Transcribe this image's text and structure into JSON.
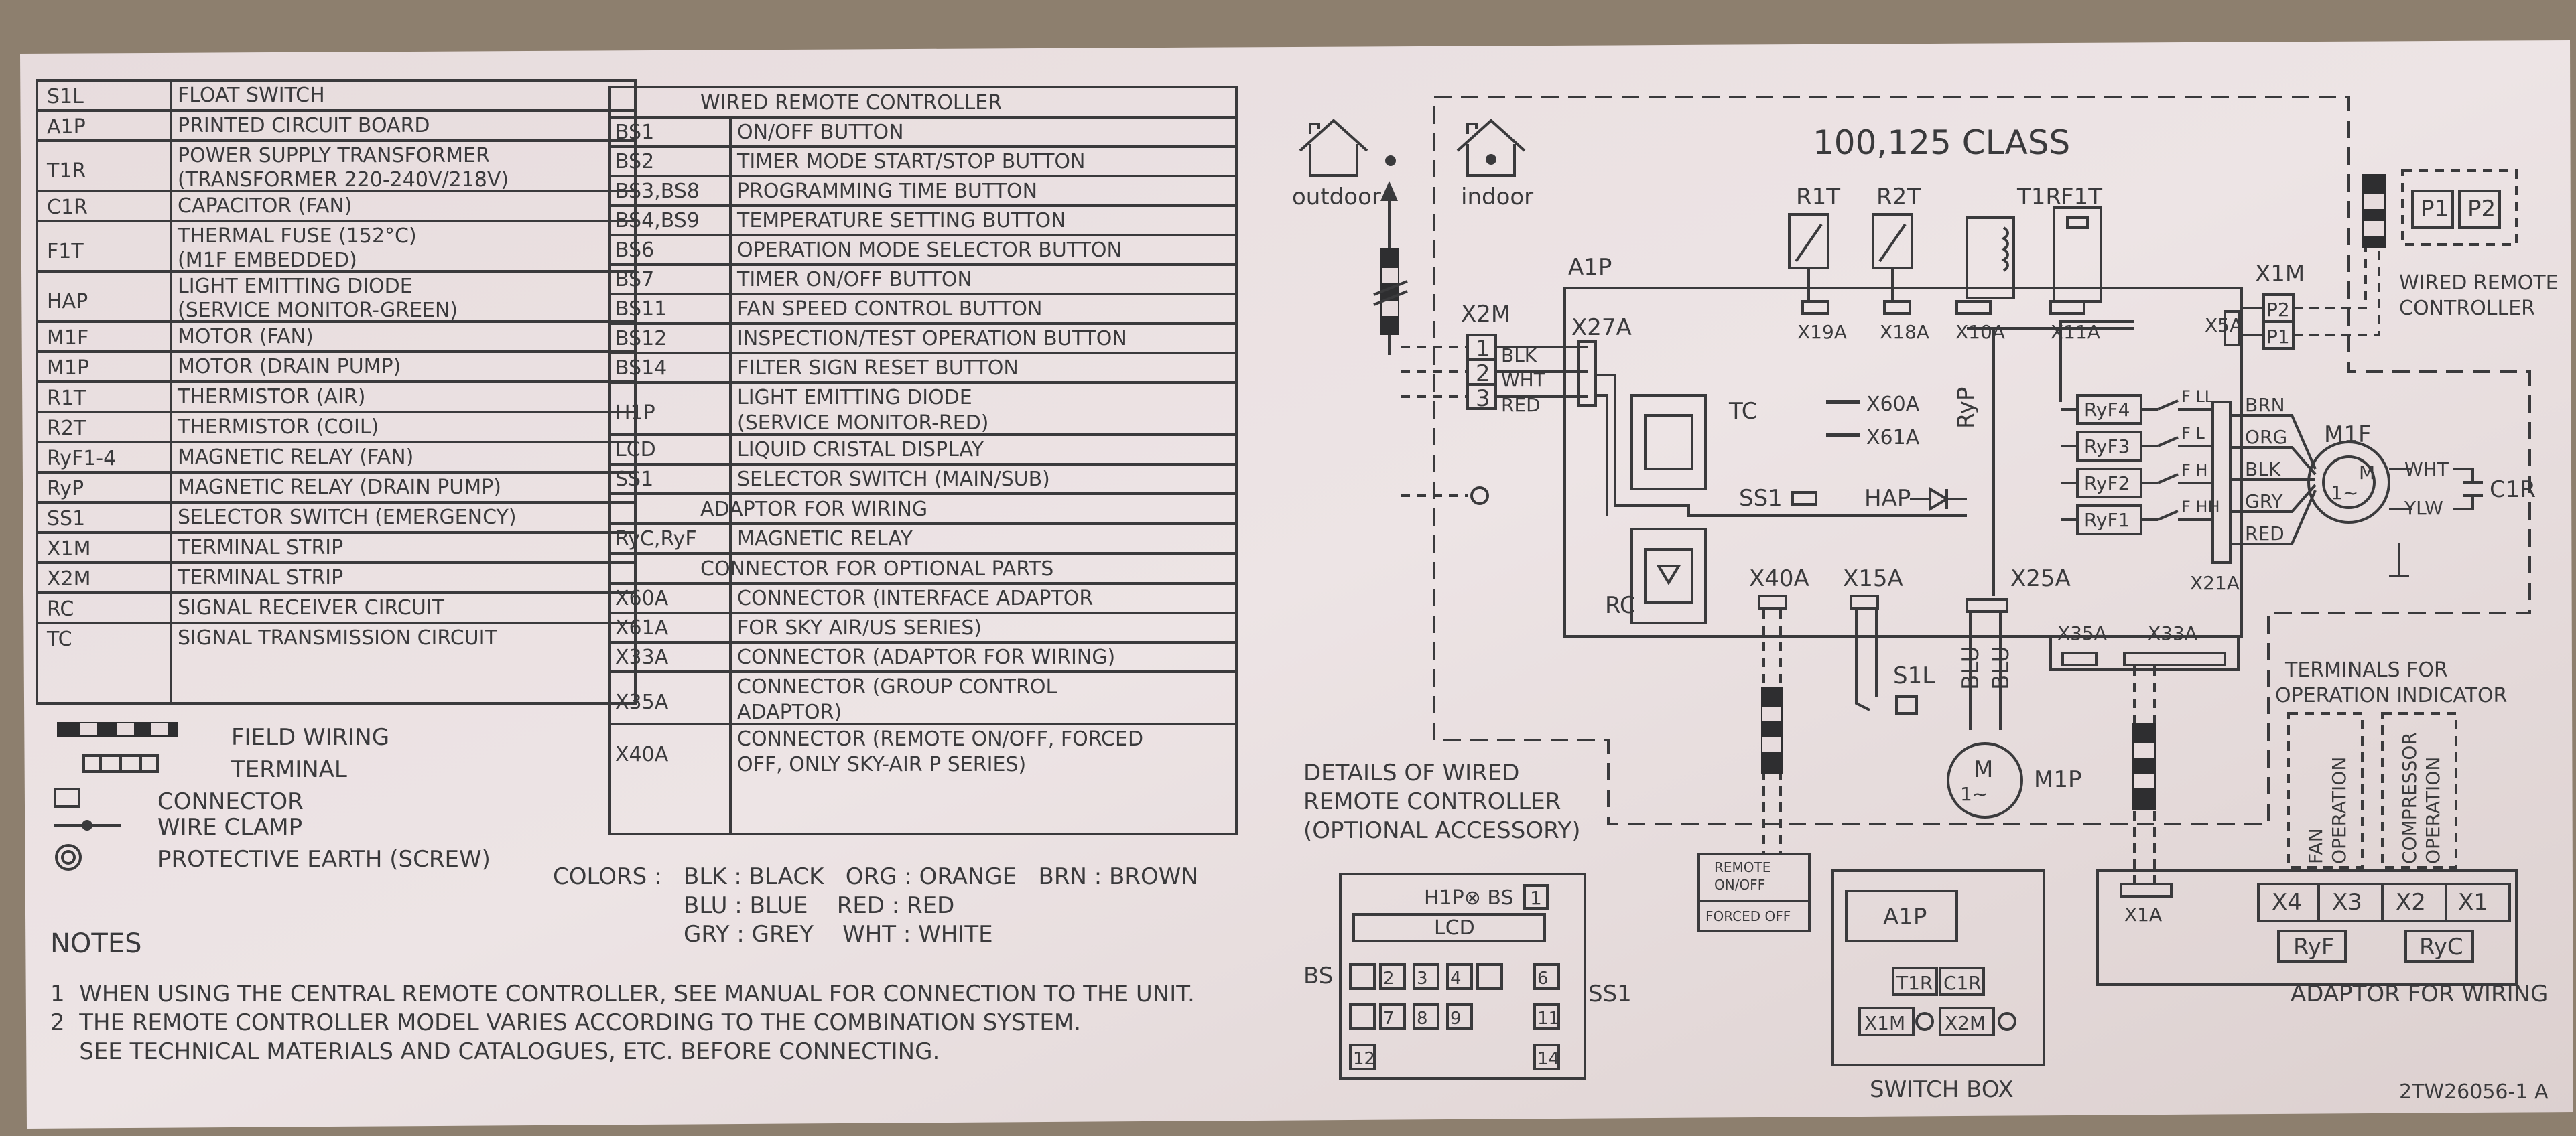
{
  "legend_table_left": [
    {
      "code": "S1L",
      "desc": [
        "FLOAT SWITCH"
      ]
    },
    {
      "code": "A1P",
      "desc": [
        "PRINTED CIRCUIT BOARD"
      ]
    },
    {
      "code": "T1R",
      "desc": [
        "POWER SUPPLY TRANSFORMER",
        "(TRANSFORMER 220-240V/218V)"
      ]
    },
    {
      "code": "C1R",
      "desc": [
        "CAPACITOR (FAN)"
      ]
    },
    {
      "code": "F1T",
      "desc": [
        "THERMAL FUSE (152°C)",
        "(M1F EMBEDDED)"
      ]
    },
    {
      "code": "HAP",
      "desc": [
        "LIGHT EMITTING DIODE",
        "(SERVICE MONITOR-GREEN)"
      ]
    },
    {
      "code": "M1F",
      "desc": [
        "MOTOR (FAN)"
      ]
    },
    {
      "code": "M1P",
      "desc": [
        "MOTOR (DRAIN PUMP)"
      ]
    },
    {
      "code": "R1T",
      "desc": [
        "THERMISTOR (AIR)"
      ]
    },
    {
      "code": "R2T",
      "desc": [
        "THERMISTOR (COIL)"
      ]
    },
    {
      "code": "RyF1-4",
      "desc": [
        "MAGNETIC RELAY (FAN)"
      ]
    },
    {
      "code": "RyP",
      "desc": [
        "MAGNETIC RELAY (DRAIN PUMP)"
      ]
    },
    {
      "code": "SS1",
      "desc": [
        "SELECTOR SWITCH (EMERGENCY)"
      ]
    },
    {
      "code": "X1M",
      "desc": [
        "TERMINAL STRIP"
      ]
    },
    {
      "code": "X2M",
      "desc": [
        "TERMINAL STRIP"
      ]
    },
    {
      "code": "RC",
      "desc": [
        "SIGNAL RECEIVER CIRCUIT"
      ]
    },
    {
      "code": "TC",
      "desc": [
        "SIGNAL TRANSMISSION CIRCUIT"
      ]
    }
  ],
  "legend_table_right": [
    {
      "type": "header",
      "text": "WIRED REMOTE CONTROLLER"
    },
    {
      "code": "BS1",
      "desc": [
        "ON/OFF BUTTON"
      ]
    },
    {
      "code": "BS2",
      "desc": [
        "TIMER MODE START/STOP BUTTON"
      ]
    },
    {
      "code": "BS3,BS8",
      "desc": [
        "PROGRAMMING TIME BUTTON"
      ]
    },
    {
      "code": "BS4,BS9",
      "desc": [
        "TEMPERATURE SETTING BUTTON"
      ]
    },
    {
      "code": "BS6",
      "desc": [
        "OPERATION MODE SELECTOR BUTTON"
      ]
    },
    {
      "code": "BS7",
      "desc": [
        "TIMER ON/OFF BUTTON"
      ]
    },
    {
      "code": "BS11",
      "desc": [
        "FAN SPEED CONTROL BUTTON"
      ]
    },
    {
      "code": "BS12",
      "desc": [
        "INSPECTION/TEST OPERATION BUTTON"
      ]
    },
    {
      "code": "BS14",
      "desc": [
        "FILTER SIGN RESET BUTTON"
      ]
    },
    {
      "code": "H1P",
      "desc": [
        "LIGHT EMITTING DIODE",
        "(SERVICE MONITOR-RED)"
      ]
    },
    {
      "code": "LCD",
      "desc": [
        "LIQUID CRISTAL DISPLAY"
      ]
    },
    {
      "code": "SS1",
      "desc": [
        "SELECTOR SWITCH (MAIN/SUB)"
      ]
    },
    {
      "type": "header",
      "text": "ADAPTOR FOR WIRING"
    },
    {
      "code": "RyC,RyF",
      "desc": [
        "MAGNETIC RELAY"
      ]
    },
    {
      "type": "header",
      "text": "CONNECTOR FOR OPTIONAL PARTS"
    },
    {
      "code": "X60A",
      "desc": [
        "CONNECTOR (INTERFACE ADAPTOR"
      ]
    },
    {
      "code": "X61A",
      "desc": [
        "FOR SKY AIR/US SERIES)"
      ]
    },
    {
      "code": "X33A",
      "desc": [
        "CONNECTOR (ADAPTOR FOR WIRING)"
      ]
    },
    {
      "code": "X35A",
      "desc": [
        "CONNECTOR (GROUP CONTROL",
        "ADAPTOR)"
      ]
    },
    {
      "code": "X40A",
      "desc": [
        "CONNECTOR (REMOTE ON/OFF, FORCED",
        "OFF, ONLY SKY-AIR P   SERIES)"
      ]
    }
  ],
  "symbols": {
    "field_wiring": "FIELD WIRING",
    "terminal": "TERMINAL",
    "connector": "CONNECTOR",
    "wire_clamp": "WIRE CLAMP",
    "protective_earth": "PROTECTIVE EARTH (SCREW)"
  },
  "colors_legend": {
    "label": "COLORS :",
    "rows": [
      "BLK : BLACK   ORG : ORANGE   BRN : BROWN",
      "BLU : BLUE    RED : RED",
      "GRY : GREY    WHT : WHITE"
    ]
  },
  "notes": {
    "title": "NOTES",
    "items": [
      "1  WHEN USING THE CENTRAL REMOTE CONTROLLER, SEE MANUAL FOR CONNECTION TO THE UNIT.",
      "2  THE REMOTE CONTROLLER MODEL VARIES ACCORDING TO THE COMBINATION SYSTEM.",
      "    SEE TECHNICAL MATERIALS AND CATALOGUES, ETC. BEFORE CONNECTING."
    ]
  },
  "schematic": {
    "class_title": "100,125 CLASS",
    "outdoor": "outdoor",
    "indoor": "indoor",
    "a1p": "A1P",
    "x2m": "X2M",
    "x2m_terms": [
      "1",
      "2",
      "3"
    ],
    "x2m_wires": [
      "BLK",
      "WHT",
      "RED"
    ],
    "x27a": "X27A",
    "tc": "TC",
    "rc": "RC",
    "ss1": "SS1",
    "x60a": "X60A",
    "x61a": "X61A",
    "ryp": "RyP",
    "hap": "HAP",
    "r1t": "R1T",
    "r2t": "R2T",
    "t1r": "T1R",
    "f1t": "F1T",
    "x19a": "X19A",
    "x18a": "X18A",
    "x10a": "X10A",
    "x11a": "X11A",
    "x5a": "X5A",
    "x1m": "X1M",
    "x1m_terms": [
      "P2",
      "P1"
    ],
    "wired_remote_terms": [
      "P1",
      "P2"
    ],
    "wired_remote_label": [
      "WIRED REMOTE",
      "CONTROLLER"
    ],
    "relays": [
      "RyF4",
      "RyF3",
      "RyF2",
      "RyF1"
    ],
    "relay_taps": [
      "F LL",
      "F L",
      "F H",
      "F HH"
    ],
    "x21a": "X21A",
    "motor_wires": [
      "BRN",
      "ORG",
      "BLK",
      "GRY",
      "RED"
    ],
    "m1f": "M1F",
    "motor_m": "M",
    "motor_1": "1~",
    "cap_wires": [
      "WHT",
      "YLW"
    ],
    "c1r": "C1R",
    "x40a": "X40A",
    "x15a": "X15A",
    "x25a": "X25A",
    "x35a": "X35A",
    "x33a": "X33A",
    "s1l": "S1L",
    "blu": "BLU",
    "m1p": "M1P",
    "remote_box": [
      "REMOTE",
      "ON/OFF",
      "FORCED OFF"
    ],
    "x1a": "X1A",
    "terminals_title": [
      "TERMINALS FOR",
      "OPERATION INDICATOR"
    ],
    "fan_op": [
      "FAN",
      "OPERATION"
    ],
    "comp_op": [
      "COMPRESSOR",
      "OPERATION"
    ],
    "adaptor_terms": [
      "X4",
      "X3",
      "X2",
      "X1"
    ],
    "adaptor_relays": [
      "RyF",
      "RyC"
    ],
    "adaptor_label": "ADAPTOR FOR WIRING",
    "details_title": [
      "DETAILS OF WIRED",
      "REMOTE CONTROLLER",
      "(OPTIONAL ACCESSORY)"
    ],
    "remote_h1p": "H1P⊗ BS",
    "remote_bs1": "1",
    "remote_lcd": "LCD",
    "remote_bs": "BS",
    "remote_ss1": "SS1",
    "remote_buttons_row1": [
      "2",
      "3",
      "4",
      "6"
    ],
    "remote_buttons_row2": [
      "7",
      "8",
      "9",
      "11"
    ],
    "remote_buttons_row3": [
      "12",
      "14"
    ],
    "switch_box_title": "SWITCH BOX",
    "switch_box_a1p": "A1P",
    "switch_box_t1r": "T1R",
    "switch_box_c1r": "C1R",
    "switch_box_x1m": "X1M",
    "switch_box_x2m": "X2M",
    "doc_code": "2TW26056-1 A"
  }
}
